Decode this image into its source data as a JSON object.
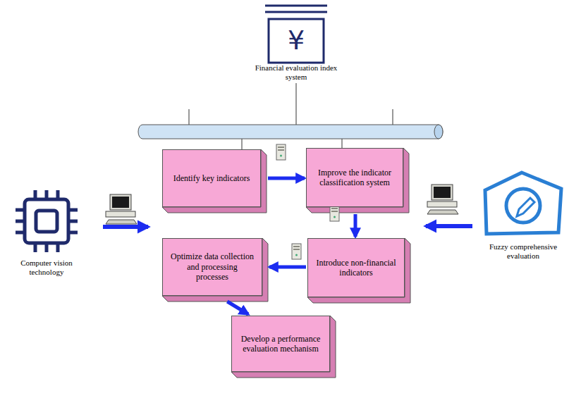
{
  "diagram": {
    "nodes": [
      {
        "text": [
          "Identify key indicators"
        ]
      },
      {
        "text": [
          "Improve the indicator classification system"
        ]
      },
      {
        "text": [
          "Introduce non-financial indicators"
        ]
      },
      {
        "text": [
          "Optimize data collection and processing processes"
        ]
      },
      {
        "text": [
          "Develop a performance evaluation mechanism"
        ]
      }
    ],
    "edges": [
      {
        "from": 0,
        "to": 1,
        "arrow": "to"
      },
      {
        "from": 1,
        "to": 2,
        "arrow": "to"
      },
      {
        "from": 2,
        "to": 3,
        "arrow": "to"
      },
      {
        "from": 3,
        "to": 4,
        "arrow": "to"
      }
    ],
    "labels": [
      "¥",
      "Financial evaluation index system",
      "Computer vision technology",
      "Fuzzy comprehensive evaluation"
    ]
  }
}
